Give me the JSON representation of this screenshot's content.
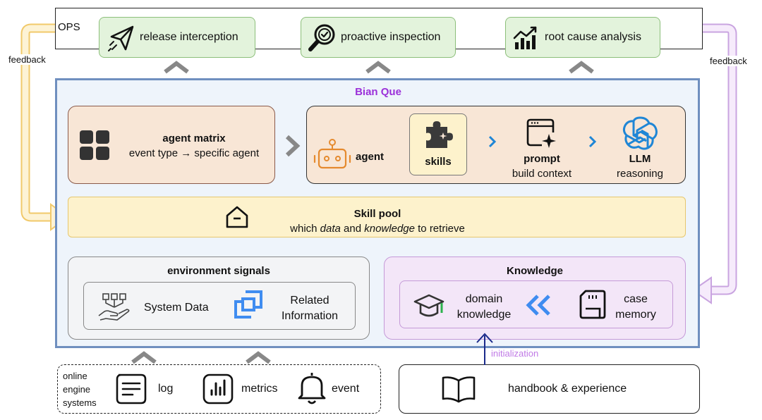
{
  "ops": {
    "label": "OPS",
    "items": [
      {
        "label": "release interception",
        "icon": "paper-plane-icon"
      },
      {
        "label": "proactive inspection",
        "icon": "magnifier-check-icon"
      },
      {
        "label": "root cause analysis",
        "icon": "bar-chart-trend-icon"
      }
    ]
  },
  "feedback": {
    "left": "feedback",
    "right": "feedback"
  },
  "bian_que": {
    "title": "Bian Que",
    "agent_matrix": {
      "title": "agent matrix",
      "subtitle": "event type → specific agent",
      "icon": "grid-icon"
    },
    "pipeline": {
      "agent": {
        "label": "agent",
        "icon": "robot-icon"
      },
      "skills": {
        "label": "skills",
        "icon": "puzzle-icon"
      },
      "prompt": {
        "title": "prompt",
        "subtitle": "build context",
        "icon": "prompt-sparkle-icon"
      },
      "llm": {
        "title": "LLM",
        "subtitle": "reasoning",
        "icon": "openai-logo-icon"
      }
    },
    "skill_pool": {
      "title": "Skill pool",
      "line_pre": "which ",
      "line_em1": "data",
      "line_mid": " and ",
      "line_em2": "knowledge",
      "line_post": " to retrieve",
      "icon": "home-icon"
    },
    "env_signals": {
      "title": "environment signals",
      "system_data": "System Data",
      "related_line1": "Related",
      "related_line2": "Information",
      "icons": [
        "data-hand-icon",
        "link-squares-icon"
      ]
    },
    "knowledge": {
      "title": "Knowledge",
      "domain_line1": "domain",
      "domain_line2": "knowledge",
      "case_line1": "case",
      "case_line2": "memory",
      "icons": [
        "graduation-cap-icon",
        "double-chevron-left-icon",
        "sd-card-icon"
      ]
    }
  },
  "bottom": {
    "online_line1": "online",
    "online_line2": "engine",
    "online_line3": "systems",
    "log": "log",
    "metrics": "metrics",
    "event": "event",
    "initialization": "initialization",
    "handbook": "handbook & experience"
  },
  "colors": {
    "bian_que_title": "#9b30d9",
    "main_border": "#6f8fbf",
    "main_fill": "#eef4fb",
    "green_fill": "#e3f3dc",
    "green_border": "#8cbf7a",
    "peach_fill": "#f8e6d6",
    "yellow_fill": "#fdf2cc",
    "yellow_border": "#e6c76e",
    "gray_fill": "#f3f4f6",
    "purple_fill": "#f3e6f8",
    "purple_border": "#c59ad8",
    "chevron_gray": "#888888",
    "chevron_blue": "#1f86d6",
    "link_blue": "#3f8cf0",
    "feedback_left": "#f1c96a",
    "feedback_right": "#c9a4e0",
    "init_purple": "#c07ae6",
    "init_arrow": "#1a2a8a"
  }
}
